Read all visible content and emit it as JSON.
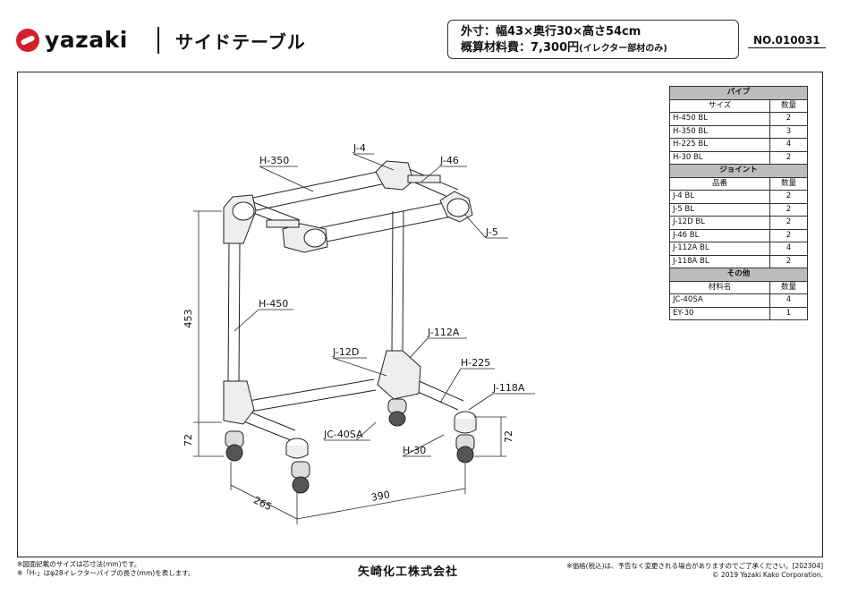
{
  "header": {
    "brand": "yazaki",
    "product_name": "サイドテーブル",
    "spec_size": "外寸：幅43×奥行30×高さ54cm",
    "spec_cost": "概算材料費：7,300円",
    "spec_cost_note": "(イレクター部材のみ)",
    "doc_no": "NO.010031"
  },
  "parts": {
    "pipe_title": "パイプ",
    "pipe_header": [
      "サイズ",
      "数量"
    ],
    "pipes": [
      {
        "name": "H-450 BL",
        "qty": "2"
      },
      {
        "name": "H-350 BL",
        "qty": "3"
      },
      {
        "name": "H-225 BL",
        "qty": "4"
      },
      {
        "name": "H-30 BL",
        "qty": "2"
      }
    ],
    "joint_title": "ジョイント",
    "joint_header": [
      "品番",
      "数量"
    ],
    "joints": [
      {
        "name": "J-4 BL",
        "qty": "2"
      },
      {
        "name": "J-5 BL",
        "qty": "2"
      },
      {
        "name": "J-12D BL",
        "qty": "2"
      },
      {
        "name": "J-46 BL",
        "qty": "2"
      },
      {
        "name": "J-112A BL",
        "qty": "4"
      },
      {
        "name": "J-118A BL",
        "qty": "2"
      }
    ],
    "other_title": "その他",
    "other_header": [
      "材料名",
      "数量"
    ],
    "others": [
      {
        "name": "JC-40SA",
        "qty": "4"
      },
      {
        "name": "EY-30",
        "qty": "1"
      }
    ]
  },
  "drawing": {
    "labels": {
      "h350": "H-350",
      "j4": "J-4",
      "j46": "J-46",
      "j5": "J-5",
      "h450": "H-450",
      "j112a": "J-112A",
      "j12d": "J-12D",
      "h225": "H-225",
      "j118a": "J-118A",
      "jc40sa": "JC-40SA",
      "h30": "H-30"
    },
    "dims": {
      "height": "453",
      "caster_left": "72",
      "caster_right": "72",
      "depth": "265",
      "width": "390"
    }
  },
  "footer": {
    "note1": "※図面記載のサイズは芯寸法(mm)です。",
    "note2": "※「H-」はφ28イレクターパイプの長さ(mm)を表します。",
    "company": "矢崎化工株式会社",
    "price_note": "※価格(税込)は、予告なく変更される場合がありますのでご了承ください。[202304]",
    "copyright": "© 2019 Yazaki Kako Corporation."
  }
}
